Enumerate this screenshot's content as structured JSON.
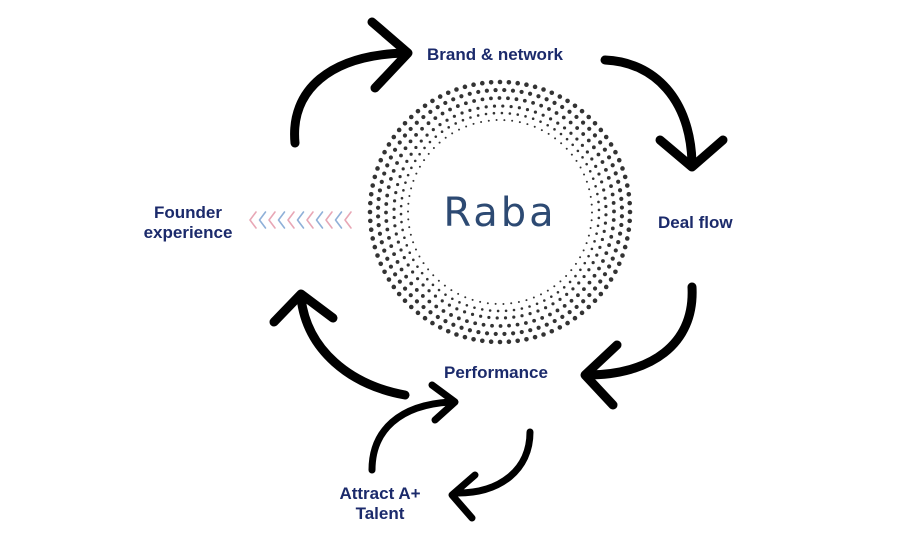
{
  "center": {
    "title": "Raba",
    "title_color": "#2d4a73",
    "dot_color": "#333333"
  },
  "labels": {
    "brand_network": "Brand & network",
    "deal_flow": "Deal flow",
    "performance": "Performance",
    "founder_line1": "Founder",
    "founder_line2": "experience",
    "attract_line1": "Attract A+",
    "attract_line2": "Talent"
  },
  "colors": {
    "label": "#1b2a6b",
    "arrow": "#000000",
    "chevron_pink": "#e8a7b5",
    "chevron_blue": "#8fb0d8"
  }
}
